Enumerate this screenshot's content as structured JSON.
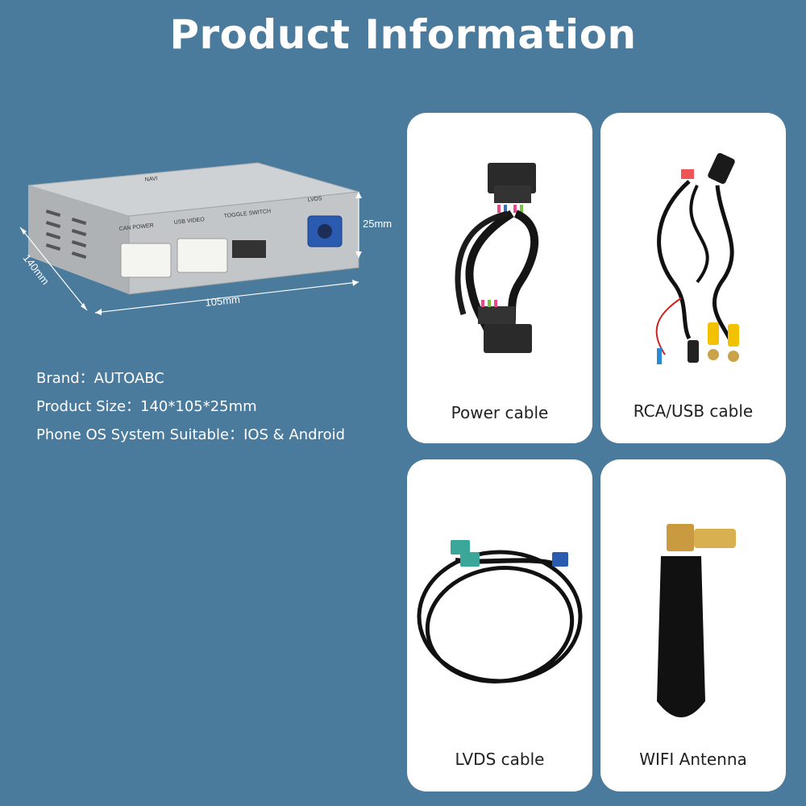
{
  "header": {
    "title": "Product Information"
  },
  "device": {
    "dims": {
      "depth": "140mm",
      "width": "105mm",
      "height": "25mm"
    },
    "port_labels": {
      "can_power": "CAN POWER",
      "usb_video": "USB VIDEO",
      "toggle_switch": "TOGGLE SWITCH",
      "lvds": "LVDS",
      "top": "NAVI"
    }
  },
  "specs": [
    {
      "label": "Brand：",
      "value": "AUTOABC"
    },
    {
      "label": "Product Size：",
      "value": "140*105*25mm"
    },
    {
      "label": "Phone OS System Suitable：",
      "value": "IOS & Android"
    }
  ],
  "cards": [
    {
      "label": "Power cable"
    },
    {
      "label": "RCA/USB cable"
    },
    {
      "label": "LVDS cable"
    },
    {
      "label": "WIFI Antenna"
    }
  ]
}
